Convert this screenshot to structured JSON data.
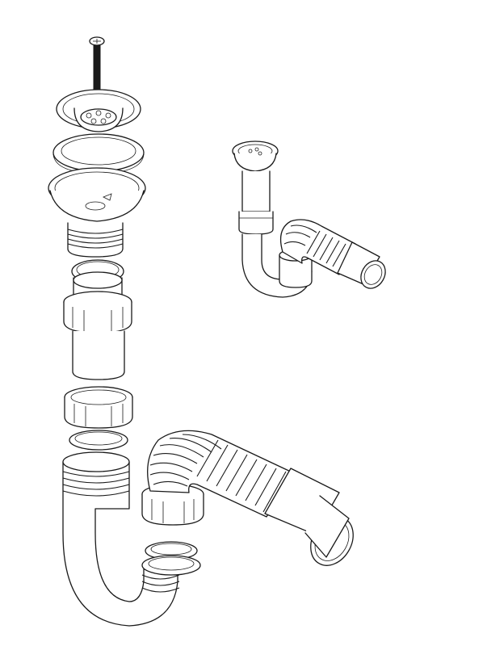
{
  "figure": {
    "description_visible_text": "",
    "line_color": "#1a1a1a",
    "background": "#ffffff"
  },
  "exploded_view": {
    "parts": [
      {
        "id": "screw",
        "icon": "screw-icon"
      },
      {
        "id": "strainer-grate",
        "icon": "strainer-icon"
      },
      {
        "id": "sealing-gasket",
        "icon": "gasket-icon"
      },
      {
        "id": "strainer-body",
        "icon": "strainer-body-icon"
      },
      {
        "id": "threaded-outlet",
        "icon": "thread-icon"
      },
      {
        "id": "tail-pipe",
        "icon": "pipe-icon"
      },
      {
        "id": "coupling-nut",
        "icon": "nut-icon"
      },
      {
        "id": "cone-washer",
        "icon": "washer-icon"
      },
      {
        "id": "u-trap",
        "icon": "trap-icon"
      },
      {
        "id": "flexible-hose",
        "icon": "hose-icon"
      },
      {
        "id": "outlet-sleeve",
        "icon": "sleeve-icon"
      }
    ]
  },
  "assembled_view": {
    "icon": "assembled-siphon-icon"
  }
}
